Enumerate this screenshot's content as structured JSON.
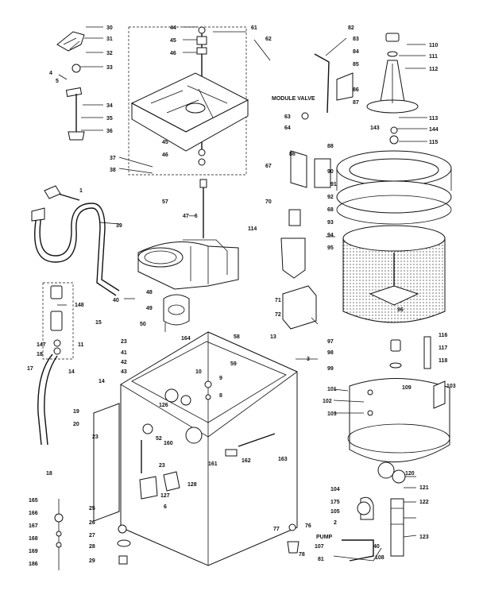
{
  "labels": {
    "l30": "30",
    "l31": "31",
    "l32": "32",
    "l33": "33",
    "l4": "4",
    "l34": "34",
    "l35": "35",
    "l36": "36",
    "l44": "44",
    "l45": "45",
    "l46": "46",
    "l61": "61",
    "l62": "62",
    "l82": "82",
    "l83": "83",
    "l84": "84",
    "l85": "85",
    "l110": "110",
    "l111": "111",
    "l112": "112",
    "l_unk_valve": "MODULE VALVE",
    "l86": "86",
    "l87": "87",
    "l63": "63",
    "l113": "113",
    "l143": "143",
    "l144": "144",
    "l115": "115",
    "l64": "64",
    "l88": "88",
    "l37": "37",
    "l38": "38",
    "l45b": "45",
    "l46b": "46",
    "l86b": "86",
    "l90": "90",
    "l67": "67",
    "l91": "91",
    "l92": "92",
    "l70": "70",
    "l68": "68",
    "l57": "57",
    "l47_6": "47—6",
    "l39": "39",
    "l1": "1",
    "l114": "114",
    "l93": "93",
    "l94": "94",
    "l95": "95",
    "l148": "148",
    "l40": "40",
    "l48": "48",
    "l49": "49",
    "l96": "96",
    "l71": "71",
    "l72": "72",
    "l50": "50",
    "l15": "15",
    "l58": "58",
    "l23": "23",
    "l147": "147",
    "l18": "18",
    "l11": "11",
    "l41": "41",
    "l42": "42",
    "l43": "43",
    "l14": "14",
    "l14b": "14",
    "l17": "17",
    "l164": "164",
    "l10": "10",
    "l59": "59",
    "l9": "9",
    "l8": "8",
    "l97": "97",
    "l116": "116",
    "l117": "117",
    "l98": "98",
    "l3": "3",
    "l99": "99",
    "l118": "118",
    "l101": "101",
    "l103": "103",
    "l109": "109",
    "l102": "102",
    "l103b": "103",
    "l19": "19",
    "l20": "20",
    "l126": "126",
    "l52": "52",
    "l160": "160",
    "l23b": "23",
    "l23c": "23",
    "l161": "161",
    "l162": "162",
    "l163": "163",
    "l18b": "18",
    "l128": "128",
    "l127": "127",
    "l120": "120",
    "l104": "104",
    "l175": "175",
    "l121": "121",
    "l105": "105",
    "l2": "2",
    "l122": "122",
    "l165": "165",
    "l166": "166",
    "l167": "167",
    "l168": "168",
    "l169": "169",
    "l186": "186",
    "l25": "25",
    "l26": "26",
    "l27": "27",
    "l28": "28",
    "l29": "29",
    "l77": "77",
    "l76": "76",
    "l78": "78",
    "l107": "107",
    "l81": "81",
    "l108": "108",
    "l123": "123",
    "l40b": "40",
    "l_pump": "PUMP",
    "l13": "13",
    "l6": "6",
    "l5": "5"
  }
}
